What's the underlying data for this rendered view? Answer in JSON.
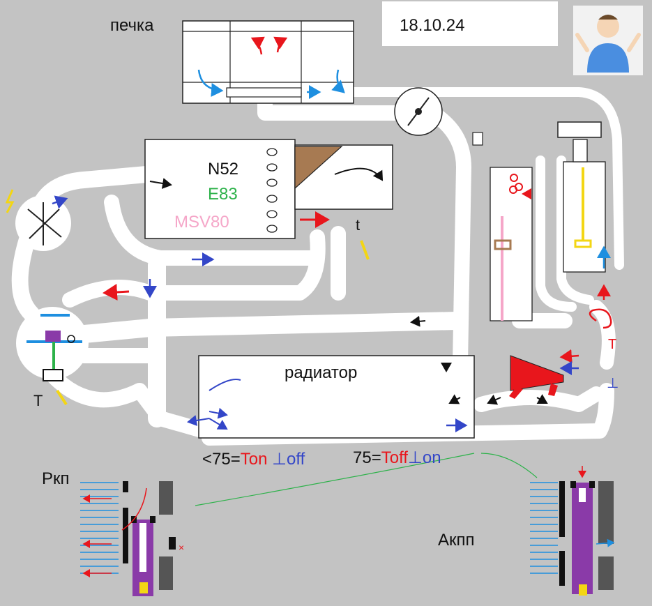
{
  "heater_label": "печка",
  "date_text": "18.10.24",
  "engine": {
    "line1": "N52",
    "line2": "E83",
    "line3": "MSV80"
  },
  "sensor_t_label": "t",
  "radiator_label": "радиатор",
  "thermostat_left_label": "T",
  "thermostat_right_upper_label": "T",
  "thermostat_right_lower_label": "⊥",
  "condition_left": {
    "prefix": "<75=",
    "ton": "Ton",
    "sep": " ",
    "off": "⊥off"
  },
  "condition_right": {
    "prefix": "75=",
    "toff": "Toff",
    "on": "⊥on"
  },
  "manual_gearbox_label": "Ркп",
  "auto_gearbox_label": "Акпп",
  "manual_gearbox_x_mark": "×",
  "colors": {
    "background": "#c3c3c3",
    "pipe": "#ffffff",
    "red_arrow": "#e8161c",
    "blue_arrow": "#1e8fe0",
    "navy_arrow": "#3346c8",
    "engine_green": "#2db24a",
    "engine_pink": "#f5a6c8",
    "label_red": "#e8161c",
    "label_blue": "#3346c8",
    "thermostat_purple": "#8a3aa8",
    "sensor_yellow": "#f3d614",
    "valve_red": "#e8161c",
    "brown": "#a77a52",
    "green_line": "#2db24a"
  },
  "icons": [
    "person-shrugging-icon",
    "lightning-icon",
    "fan-icon",
    "water-pump-icon",
    "expansion-tank-icon",
    "thermostat-icon",
    "temperature-sensor-icon",
    "valve-icon"
  ]
}
